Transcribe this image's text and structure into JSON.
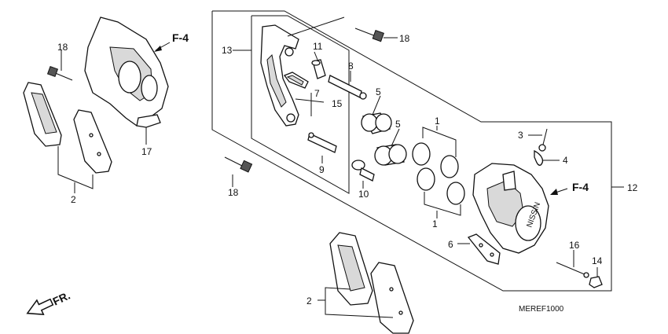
{
  "labels": {
    "l1a": "1",
    "l1b": "1",
    "l2a": "2",
    "l2b": "2",
    "l3": "3",
    "l4": "4",
    "l5a": "5",
    "l5b": "5",
    "l6": "6",
    "l7": "7",
    "l8": "8",
    "l9": "9",
    "l10": "10",
    "l11": "11",
    "l12": "12",
    "l13": "13",
    "l14": "14",
    "l15": "15",
    "l16": "16",
    "l17": "17",
    "l18a": "18",
    "l18b": "18",
    "l18c": "18"
  },
  "refs": {
    "f4a": "F-4",
    "f4b": "F-4"
  },
  "direction": "FR.",
  "diagram_code": "MEREF1000",
  "stamp": "NISSIN"
}
